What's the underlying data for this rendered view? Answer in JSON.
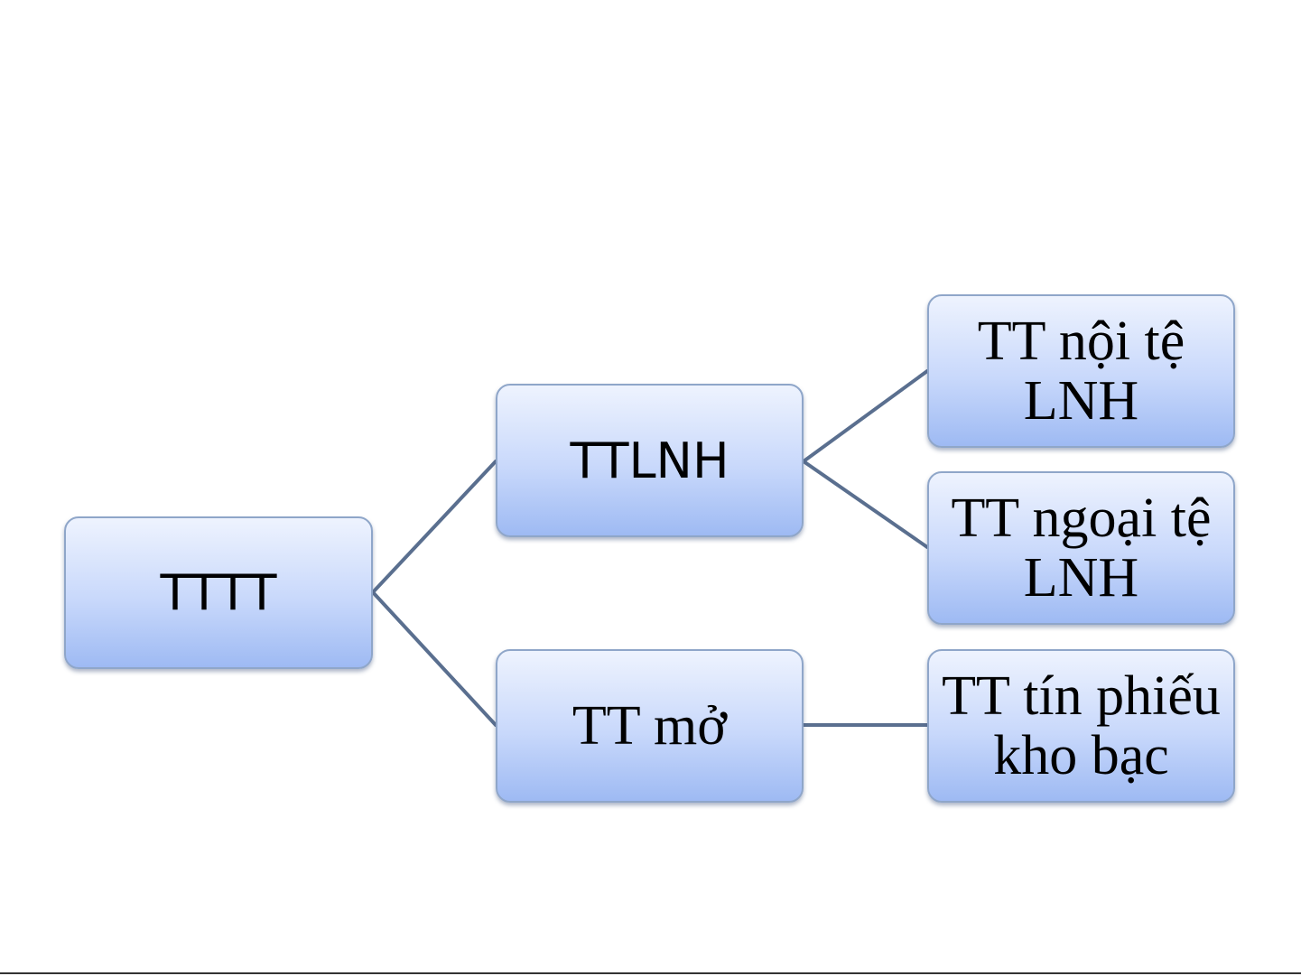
{
  "diagram": {
    "root": {
      "label": "TTTT"
    },
    "branches": [
      {
        "label": "TTLNH",
        "children": [
          {
            "line1": "TT nội tệ",
            "line2": "LNH"
          },
          {
            "line1": "TT ngoại tệ",
            "line2": "LNH"
          }
        ]
      },
      {
        "label": "TT mở",
        "children": [
          {
            "line1": "TT tín phiếu",
            "line2": "kho bạc"
          }
        ]
      }
    ]
  },
  "colors": {
    "connector": "#5a6f8f",
    "box_border": "#8fa6c9",
    "box_gradient_top": "#eef3fe",
    "box_gradient_bottom": "#9ebaf3"
  }
}
